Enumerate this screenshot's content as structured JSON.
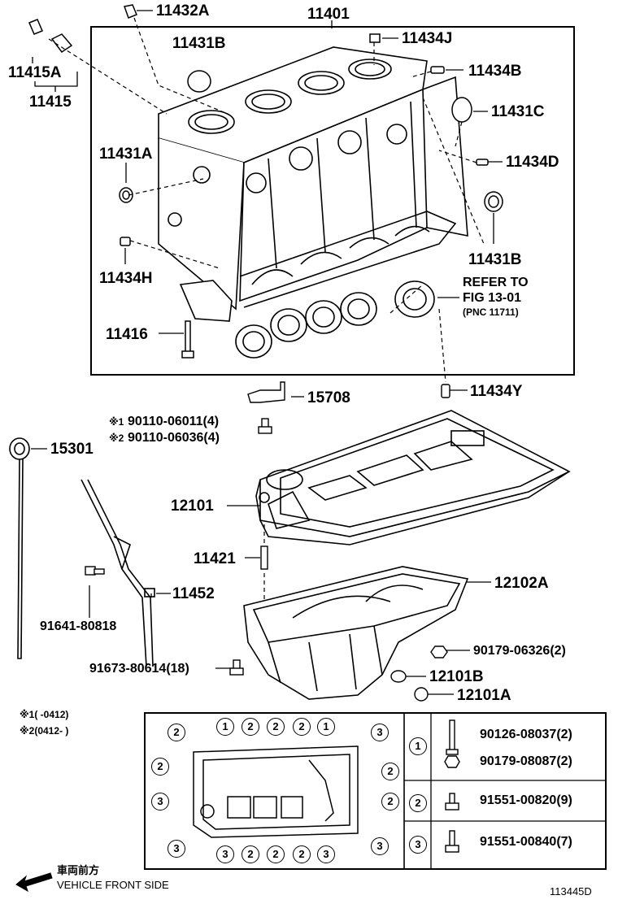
{
  "labels": {
    "p11432A": "11432A",
    "p11401": "11401",
    "p11415A": "11415A",
    "p11415": "11415",
    "p11431B_top": "11431B",
    "p11434J": "11434J",
    "p11434B": "11434B",
    "p11431C": "11431C",
    "p11431A": "11431A",
    "p11434D": "11434D",
    "p11431B_right": "11431B",
    "p11434H": "11434H",
    "refer_line1": "REFER TO",
    "refer_line2": "FIG 13-01",
    "refer_line3": "(PNC 11711)",
    "p11416": "11416",
    "p15708": "15708",
    "p11434Y": "11434Y",
    "p90110_1": "90110-06011(4)",
    "p90110_2": "90110-06036(4)",
    "mark1": "※1",
    "mark2": "※2",
    "p15301": "15301",
    "p12101": "12101",
    "p11421": "11421",
    "p12102A": "12102A",
    "p11452": "11452",
    "p91641": "91641-80818",
    "p90179_06326": "90179-06326(2)",
    "p91673": "91673-80614(18)",
    "p12101B": "12101B",
    "p12101A": "12101A",
    "footnote1": "※1(      -0412)",
    "footnote2": "※2(0412-      )"
  },
  "legend": [
    {
      "key": "1",
      "part": "90126-08037(2)",
      "part2": "90179-08087(2)"
    },
    {
      "key": "2",
      "part": "91551-00820(9)"
    },
    {
      "key": "3",
      "part": "91551-00840(7)"
    }
  ],
  "bolt_pattern": {
    "top_row": [
      "1",
      "2",
      "2",
      "2",
      "1",
      "3",
      "3"
    ],
    "left_col": [
      "2",
      "2",
      "3",
      "3"
    ],
    "right_col": [
      "3",
      "2",
      "2",
      "3"
    ],
    "bottom_row": [
      "3",
      "2",
      "2",
      "2",
      "3",
      "3"
    ]
  },
  "front": {
    "kanji": "車両前方",
    "text": "VEHICLE FRONT SIDE"
  },
  "figure_id": "113445D"
}
